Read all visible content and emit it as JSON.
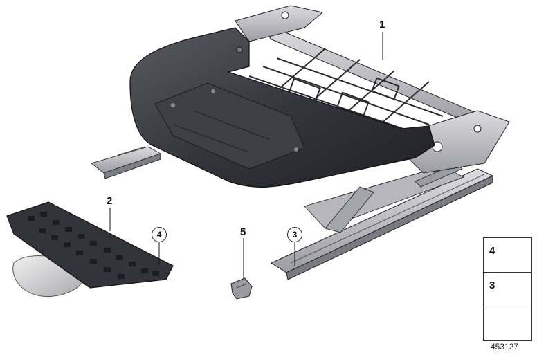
{
  "callouts": {
    "c1": "1",
    "c2": "2",
    "c3": "3",
    "c4": "4",
    "c5": "5"
  },
  "legend": {
    "row1_number": "4",
    "row2_number": "3"
  },
  "diagram_number": "453127",
  "colors": {
    "frame_dark": "#3a3a42",
    "metal_light": "#c9c9cd",
    "metal_mid": "#8e8e96",
    "line": "#1a1a1a"
  }
}
